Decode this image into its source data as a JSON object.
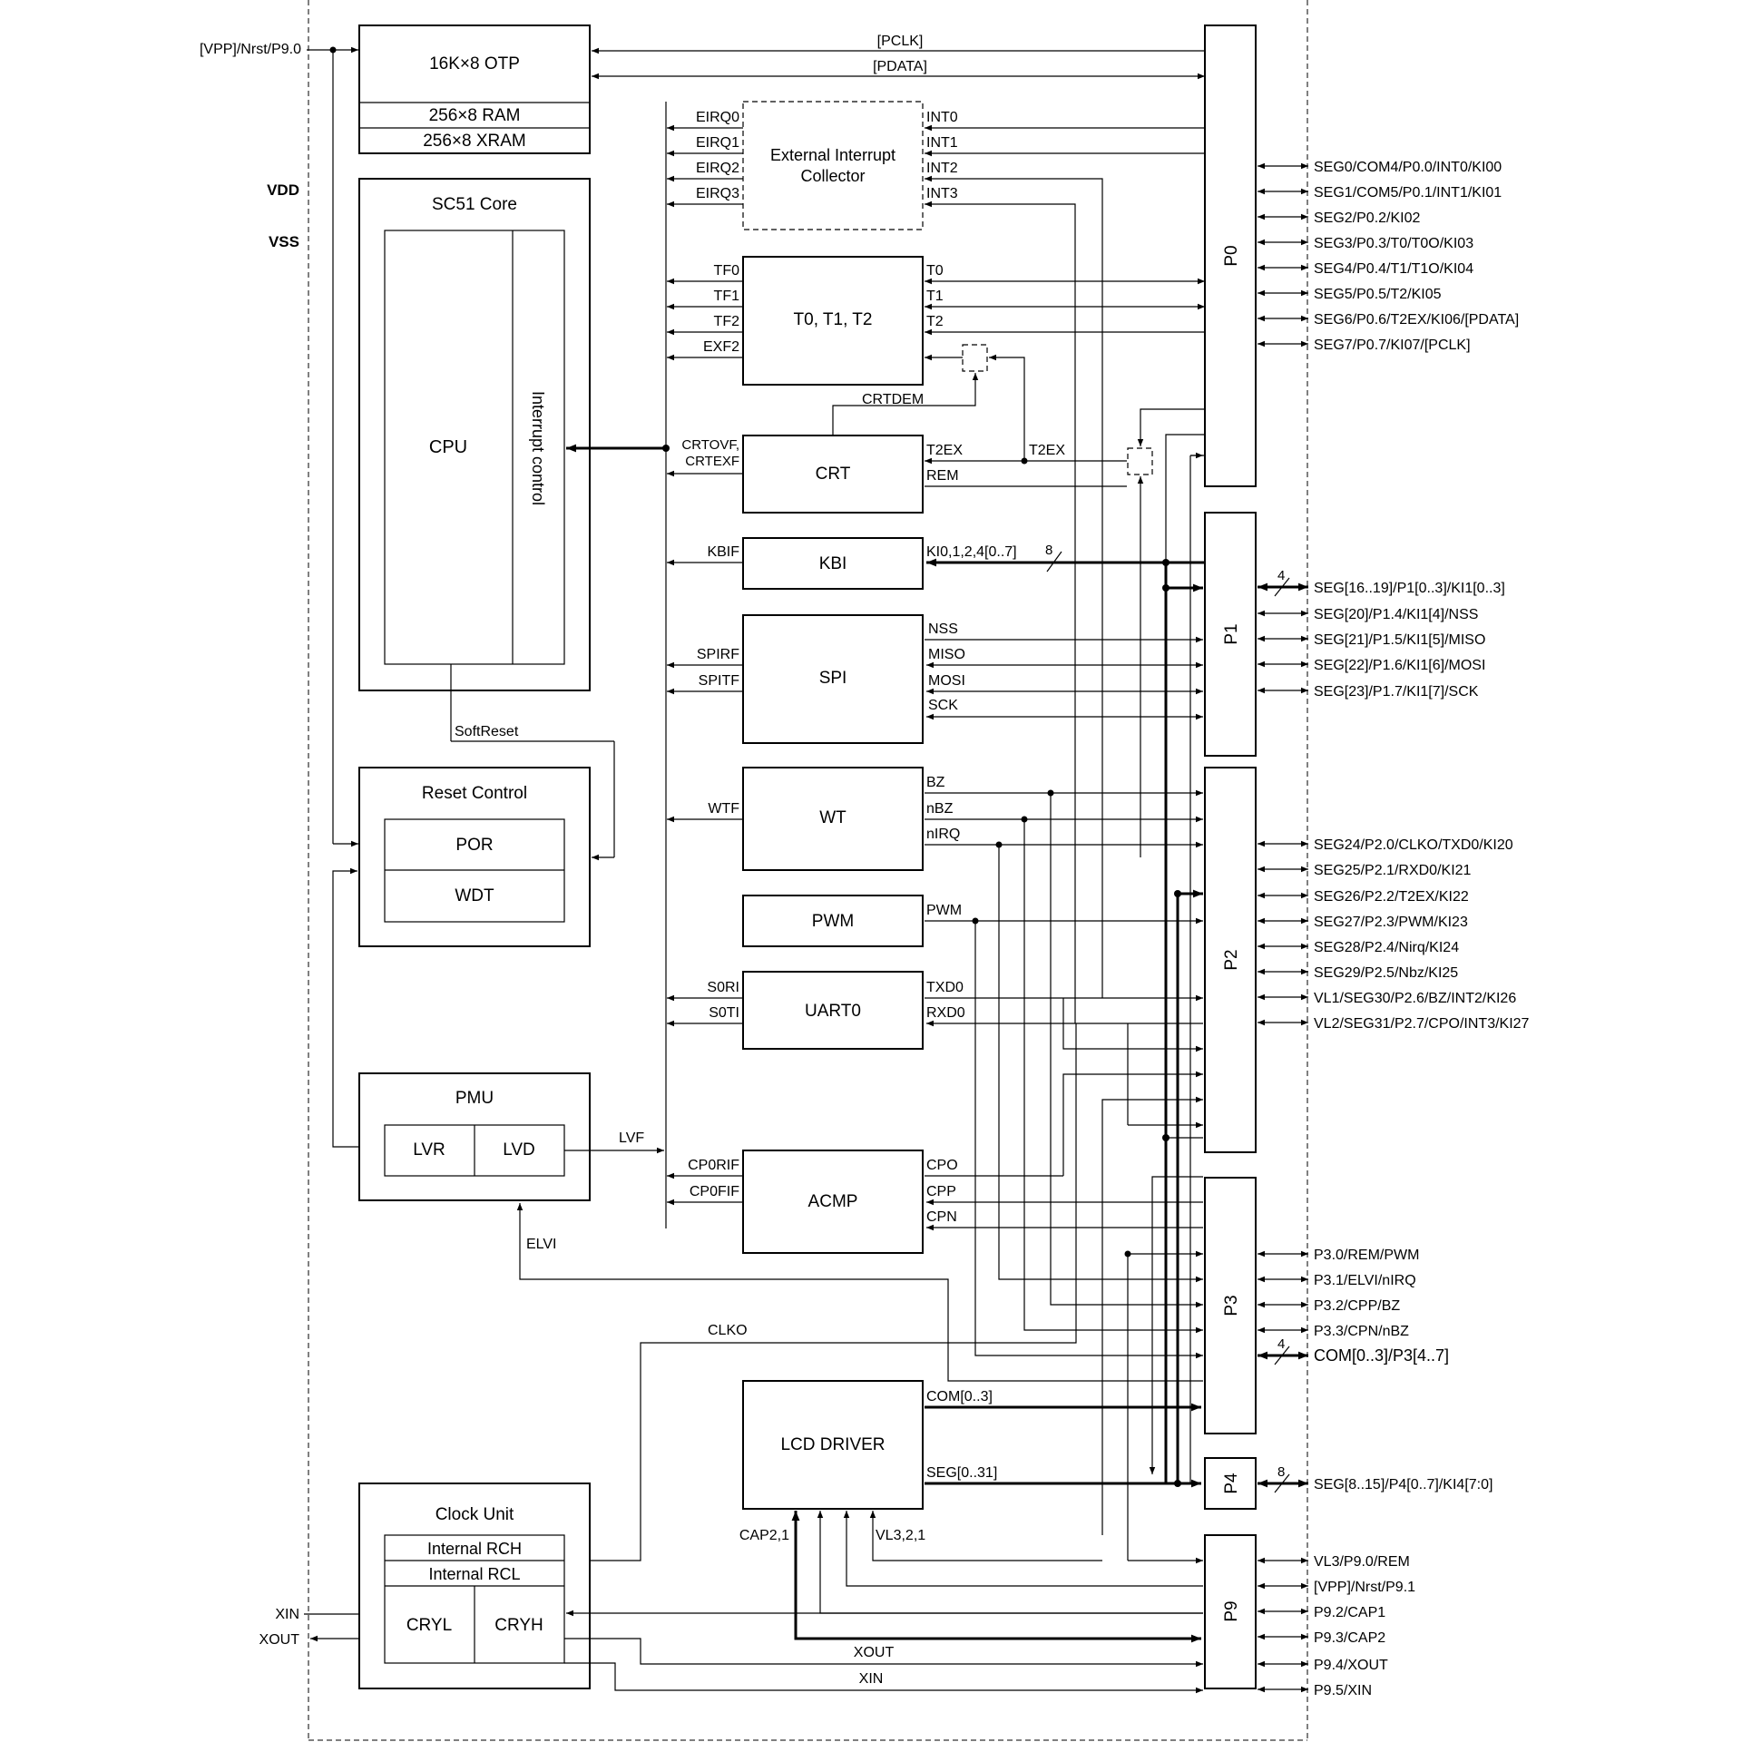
{
  "blocks": {
    "otp": "16K×8 OTP",
    "ram": "256×8 RAM",
    "xram": "256×8 XRAM",
    "core": "SC51 Core",
    "cpu": "CPU",
    "intctl": "Interrupt control",
    "eic1": "External Interrupt",
    "eic2": "Collector",
    "timers": "T0, T1, T2",
    "crt": "CRT",
    "kbi": "KBI",
    "spi": "SPI",
    "wt": "WT",
    "pwm": "PWM",
    "uart": "UART0",
    "acmp": "ACMP",
    "lcd": "LCD DRIVER",
    "reset": "Reset Control",
    "por": "POR",
    "wdt": "WDT",
    "pmu": "PMU",
    "lvr": "LVR",
    "lvd": "LVD",
    "clk": "Clock Unit",
    "rch": "Internal RCH",
    "rcl": "Internal RCL",
    "cryl": "CRYL",
    "cryh": "CRYH",
    "p0": "P0",
    "p1": "P1",
    "p2": "P2",
    "p3": "P3",
    "p4": "P4",
    "p9": "P9"
  },
  "left_pins": {
    "vpp": "[VPP]/Nrst/P9.0",
    "vdd": "VDD",
    "vss": "VSS",
    "xin": "XIN",
    "xout": "XOUT"
  },
  "signals": {
    "pclk": "[PCLK]",
    "pdata": "[PDATA]",
    "eirq0": "EIRQ0",
    "eirq1": "EIRQ1",
    "eirq2": "EIRQ2",
    "eirq3": "EIRQ3",
    "int0": "INT0",
    "int1": "INT1",
    "int2": "INT2",
    "int3": "INT3",
    "tf0": "TF0",
    "tf1": "TF1",
    "tf2": "TF2",
    "exf2": "EXF2",
    "t0": "T0",
    "t1": "T1",
    "t2": "T2",
    "crtdem": "CRTDEM",
    "crtovf": "CRTOVF,",
    "crtexf": "CRTEXF",
    "t2ex_a": "T2EX",
    "t2ex_b": "T2EX",
    "rem": "REM",
    "kbif": "KBIF",
    "ki": "KI0,1,2,4[0..7]",
    "ki_w": "8",
    "spirf": "SPIRF",
    "spitf": "SPITF",
    "nss": "NSS",
    "miso": "MISO",
    "mosi": "MOSI",
    "sck": "SCK",
    "softreset": "SoftReset",
    "wtf": "WTF",
    "bz": "BZ",
    "nbz": "nBZ",
    "nirq": "nIRQ",
    "pwm": "PWM",
    "s0ri": "S0RI",
    "s0ti": "S0TI",
    "txd0": "TXD0",
    "rxd0": "RXD0",
    "lvf": "LVF",
    "cp0rif": "CP0RIF",
    "cp0fif": "CP0FIF",
    "cpo": "CPO",
    "cpp": "CPP",
    "cpn": "CPN",
    "elvi": "ELVI",
    "clko": "CLKO",
    "com": "COM[0..3]",
    "seg": "SEG[0..31]",
    "cap": "CAP2,1",
    "vl": "VL3,2,1",
    "xout": "XOUT",
    "xin": "XIN"
  },
  "right_pins": {
    "p0": [
      "SEG0/COM4/P0.0/INT0/KI00",
      "SEG1/COM5/P0.1/INT1/KI01",
      "SEG2/P0.2/KI02",
      "SEG3/P0.3/T0/T0O/KI03",
      "SEG4/P0.4/T1/T1O/KI04",
      "SEG5/P0.5/T2/KI05",
      "SEG6/P0.6/T2EX/KI06/[PDATA]",
      "SEG7/P0.7/KI07/[PCLK]"
    ],
    "p1": [
      "SEG[16..19]/P1[0..3]/KI1[0..3]",
      "SEG[20]/P1.4/KI1[4]/NSS",
      "SEG[21]/P1.5/KI1[5]/MISO",
      "SEG[22]/P1.6/KI1[6]/MOSI",
      "SEG[23]/P1.7/KI1[7]/SCK"
    ],
    "p1_w": "4",
    "p2": [
      "SEG24/P2.0/CLKO/TXD0/KI20",
      "SEG25/P2.1/RXD0/KI21",
      "SEG26/P2.2/T2EX/KI22",
      "SEG27/P2.3/PWM/KI23",
      "SEG28/P2.4/Nirq/KI24",
      "SEG29/P2.5/Nbz/KI25",
      "VL1/SEG30/P2.6/BZ/INT2/KI26",
      "VL2/SEG31/P2.7/CPO/INT3/KI27"
    ],
    "p3": [
      "P3.0/REM/PWM",
      "P3.1/ELVI/nIRQ",
      "P3.2/CPP/BZ",
      "P3.3/CPN/nBZ",
      "COM[0..3]/P3[4..7]"
    ],
    "p3_w": "4",
    "p4": "SEG[8..15]/P4[0..7]/KI4[7:0]",
    "p4_w": "8",
    "p9": [
      "VL3/P9.0/REM",
      "[VPP]/Nrst/P9.1",
      "P9.2/CAP1",
      "P9.3/CAP2",
      "P9.4/XOUT",
      "P9.5/XIN"
    ]
  }
}
